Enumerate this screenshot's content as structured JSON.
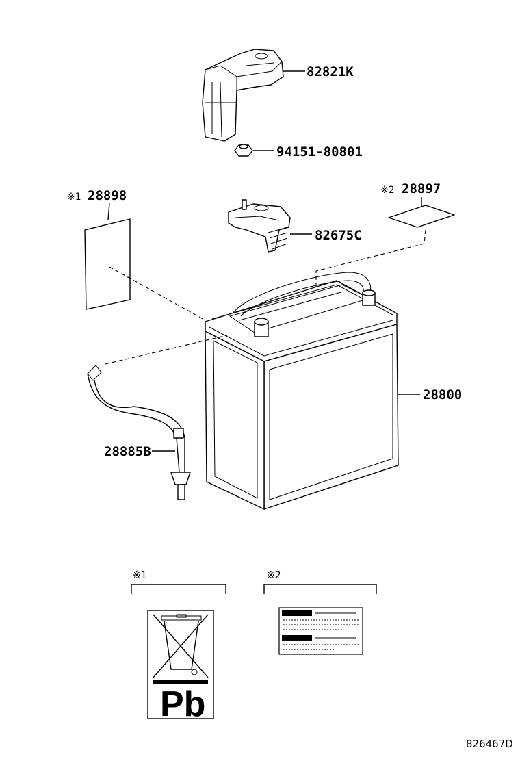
{
  "parts": {
    "p82821k": "82821K",
    "p94151": "94151-80801",
    "p28898": "28898",
    "p28897": "28897",
    "p82675c": "82675C",
    "p28800": "28800",
    "p28885b": "28885B"
  },
  "marks": {
    "note1": "※1",
    "note2": "※2"
  },
  "labels": {
    "pb": "Pb"
  },
  "footer": {
    "diagram_id": "826467D"
  }
}
